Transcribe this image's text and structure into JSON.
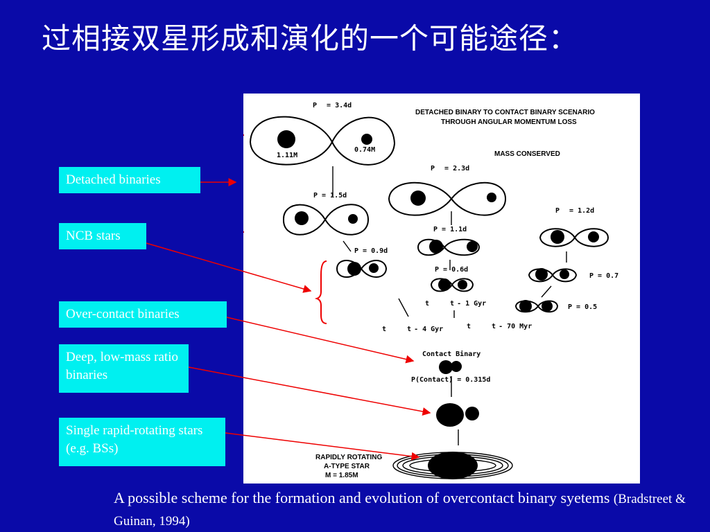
{
  "slide": {
    "title": "过相接双星形成和演化的一个可能途径：",
    "labels": {
      "detached": "Detached binaries",
      "ncb": "NCB stars",
      "overcontact": "Over-contact binaries",
      "deep": "Deep, low-mass ratio binaries",
      "single": "Single rapid-rotating stars (e.g. BSs)"
    },
    "caption": {
      "main": "A possible scheme for the formation and evolution of overcontact binary syetems",
      "ref": "(Bradstreet & Guinan, 1994)"
    }
  },
  "figure": {
    "header_line1": "DETACHED BINARY TO CONTACT BINARY SCENARIO",
    "header_line2": "THROUGH ANGULAR MOMENTUM LOSS",
    "mass_conserved": "MASS CONSERVED",
    "p0_a": "P",
    "p0_a_val": "= 3.4d",
    "mass1": "1.11M",
    "mass2": "0.74M",
    "p_15": "P = 1.5d",
    "p_09": "P = 0.9d",
    "p0_b_val": "= 2.3d",
    "p_11": "P = 1.1d",
    "p_06": "P = 0.6d",
    "td_1gyr": "- 1 Gyr",
    "p0_c_val": "= 1.2d",
    "p_07": "P = 0.7",
    "p_05": "P = 0.5",
    "td_4gyr": "- 4 Gyr",
    "td_70myr": "- 70 Myr",
    "contact": "Contact Binary",
    "p_contact": "P(Contact) = 0.315d",
    "rr1": "RAPIDLY ROTATING",
    "rr2": "A-TYPE STAR",
    "rr3": "M = 1.85M"
  }
}
